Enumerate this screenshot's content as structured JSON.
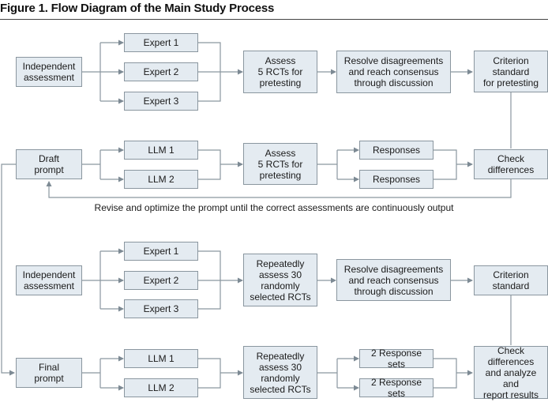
{
  "figure": {
    "title": "Figure 1. Flow Diagram of the Main Study Process"
  },
  "stage1": {
    "independent": "Independent\nassessment",
    "expert1": "Expert 1",
    "expert2": "Expert 2",
    "expert3": "Expert 3",
    "assess": "Assess\n5 RCTs for\npretesting",
    "resolve": "Resolve disagreements\nand reach consensus\nthrough discussion",
    "criterion": "Criterion\nstandard\nfor pretesting"
  },
  "stage2": {
    "draft": "Draft\nprompt",
    "llm1": "LLM 1",
    "llm2": "LLM 2",
    "assess": "Assess\n5 RCTs for\npretesting",
    "responses1": "Responses",
    "responses2": "Responses",
    "check": "Check\ndifferences",
    "revise_note": "Revise and optimize the prompt until the correct assessments are continuously output"
  },
  "stage3": {
    "independent": "Independent\nassessment",
    "expert1": "Expert 1",
    "expert2": "Expert 2",
    "expert3": "Expert 3",
    "assess": "Repeatedly\nassess 30\nrandomly\nselected RCTs",
    "resolve": "Resolve disagreements\nand reach consensus\nthrough discussion",
    "criterion": "Criterion\nstandard"
  },
  "stage4": {
    "final": "Final\nprompt",
    "llm1": "LLM 1",
    "llm2": "LLM 2",
    "assess": "Repeatedly\nassess 30\nrandomly\nselected RCTs",
    "responses1": "2 Response sets",
    "responses2": "2 Response sets",
    "check": "Check\ndifferences\nand analyze and\nreport results"
  },
  "colors": {
    "box_fill": "#e4ebf1",
    "box_border": "#8a969f",
    "line": "#8a969f"
  }
}
